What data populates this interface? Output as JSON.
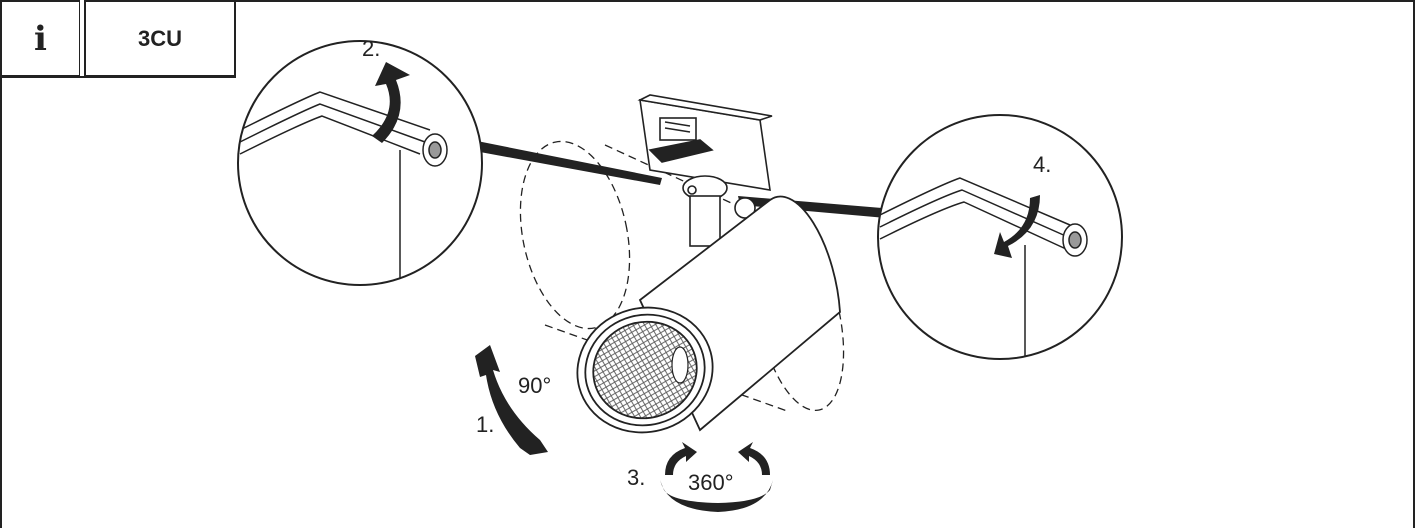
{
  "header": {
    "info_icon": "info-icon",
    "product_code": "3CU"
  },
  "steps": {
    "step1": "1.",
    "step2": "2.",
    "step3": "3.",
    "step4": "4."
  },
  "angles": {
    "tilt": "90°",
    "rotate": "360°"
  },
  "colors": {
    "line": "#222222",
    "hatch": "#555555",
    "background": "#ffffff"
  }
}
